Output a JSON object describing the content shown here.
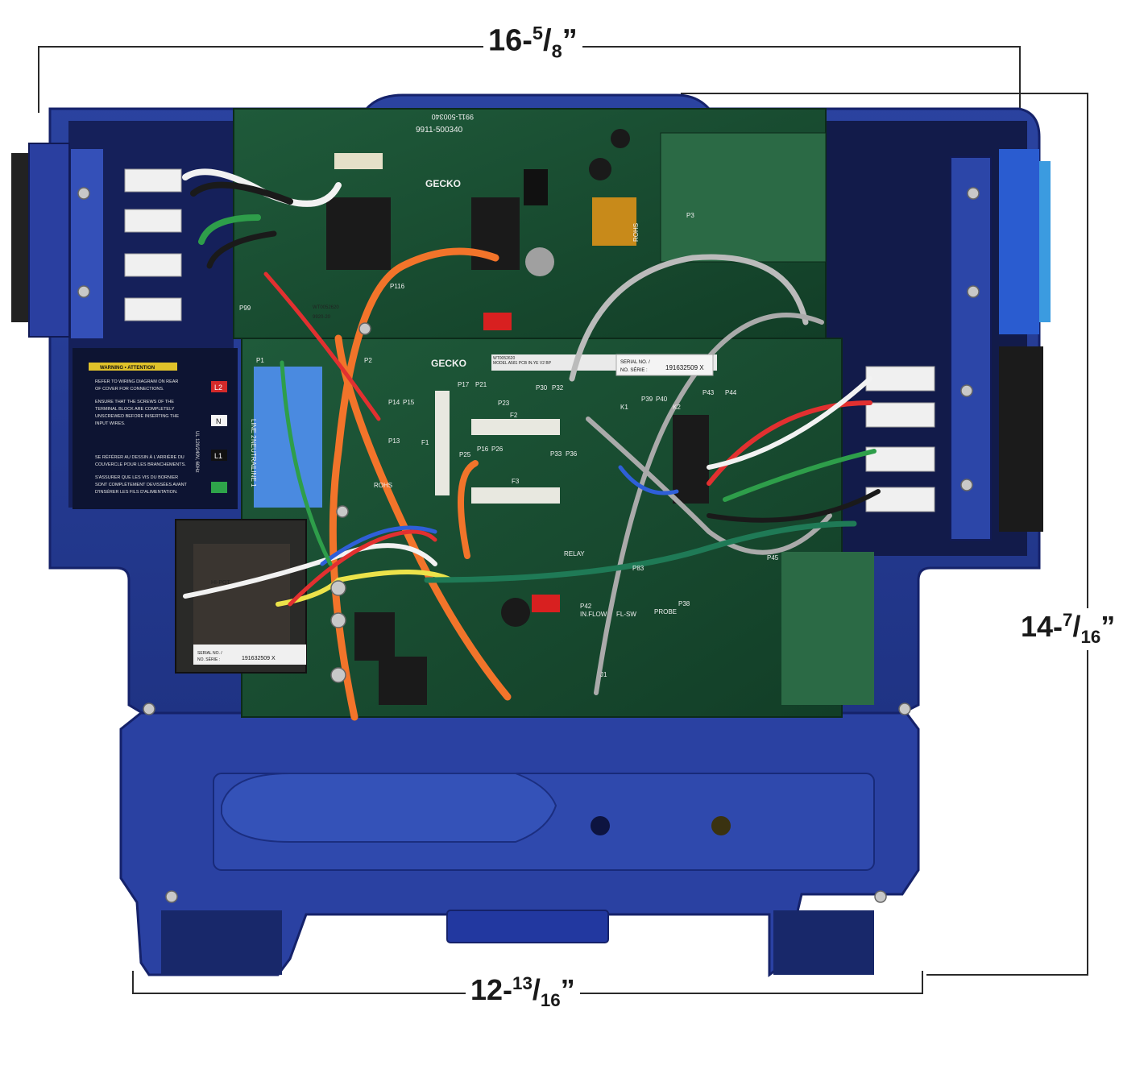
{
  "dimensions": {
    "top": {
      "whole": "16-",
      "num": "5",
      "den": "8",
      "mark": "”"
    },
    "right": {
      "whole": "14-",
      "num": "7",
      "den": "16",
      "mark": "”"
    },
    "bottom": {
      "whole": "12-",
      "num": "13",
      "den": "16",
      "mark": "”"
    }
  },
  "labels": {
    "brand_1": "GECKO",
    "brand_2": "GECKO",
    "part_top": "9911-500340",
    "part_top_2": "9911-500340",
    "serial_label": "SERIAL NO. /",
    "serial_label_2": "NO. SÉRIE :",
    "serial_number": "191632509 X",
    "serial_label_t": "SERIAL NO. /",
    "serial_label_t2": "NO. SÉRIE :",
    "serial_number_t": "191632509 X",
    "warning_title": "WARNING • ATTENTION",
    "warning_lines": [
      "REFER TO WIRING DIAGRAM ON REAR",
      "OF COVER FOR CONNECTIONS.",
      "ENSURE THAT THE SCREWS OF THE",
      "TERMINAL BLOCK ARE COMPLETELY",
      "UNSCREWED BEFORE INSERTING THE",
      "INPUT WIRES.",
      "SE RÉFÉRER AU DESSIN À L'ARRIÈRE DU",
      "COUVERCLE POUR LES BRANCHEMENTS.",
      "S'ASSURER QUE LES VIS DU BORNIER",
      "SONT COMPLÈTEMENT DEVISSÉES AVANT",
      "D'INSÉRER LES FILS D'ALIMENTATION."
    ],
    "term_l2": "L2",
    "term_n": "N",
    "term_l1": "L1",
    "rating": "UL 120/240V, 60Hz",
    "line2": "LINE 2",
    "neutral": "NEUTRAL",
    "line1": "LINE 1",
    "hipot": "HI-POT",
    "rohs": "ROHS",
    "rohs_2": "ROHS",
    "inflow": "IN.FLOW",
    "flsw": "FL-SW",
    "probe": "PROBE",
    "relay": "RELAY",
    "p_labels": [
      "P17",
      "P21",
      "P23",
      "P30",
      "P32",
      "P39",
      "P40",
      "P43",
      "P44",
      "P25",
      "P16",
      "P26",
      "P33",
      "P36",
      "P14",
      "P15",
      "P13",
      "P38",
      "P42",
      "P83",
      "P45",
      "P1",
      "P2",
      "P3",
      "P99",
      "P116",
      "F1",
      "F2",
      "F3",
      "K1",
      "K2",
      "J1"
    ],
    "model_tag": "MODEL A581 PCB IN.YE V2 BP",
    "wt_tag": "WT0052620",
    "wt_tag_2": "WT0052620",
    "small_9920": "9920-20"
  }
}
